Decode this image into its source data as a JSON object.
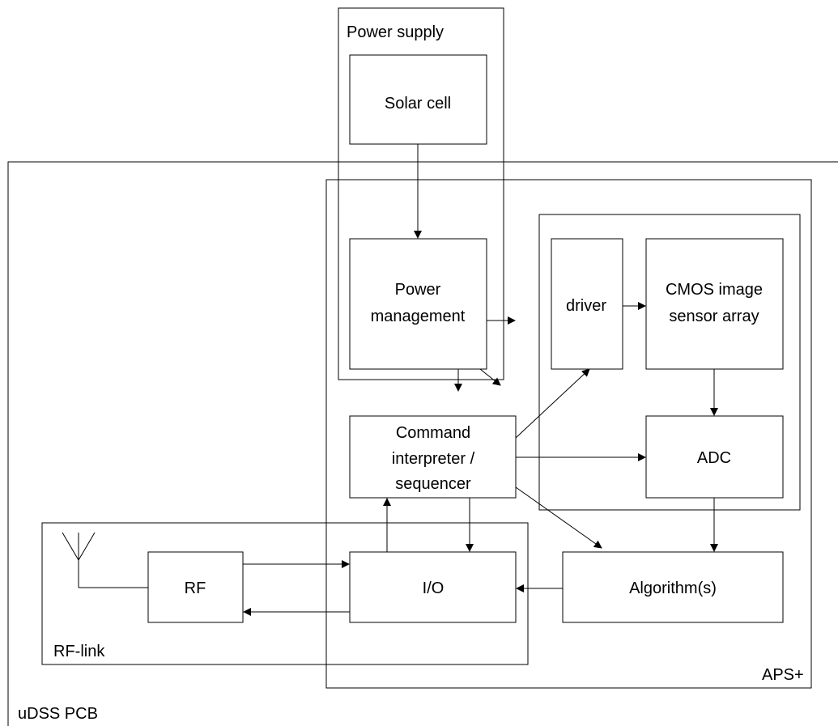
{
  "groups": {
    "power_supply": "Power supply",
    "aps": "APS+",
    "rf_link": "RF-link",
    "pcb": "uDSS PCB"
  },
  "blocks": {
    "solar_cell": "Solar cell",
    "power_mgmt_1": "Power",
    "power_mgmt_2": "management",
    "driver": "driver",
    "cmos_1": "CMOS image",
    "cmos_2": "sensor array",
    "cmd_1": "Command",
    "cmd_2": "interpreter /",
    "cmd_3": "sequencer",
    "adc": "ADC",
    "rf": "RF",
    "io": "I/O",
    "algorithm": "Algorithm(s)"
  },
  "icons": {
    "antenna": "antenna-icon"
  }
}
